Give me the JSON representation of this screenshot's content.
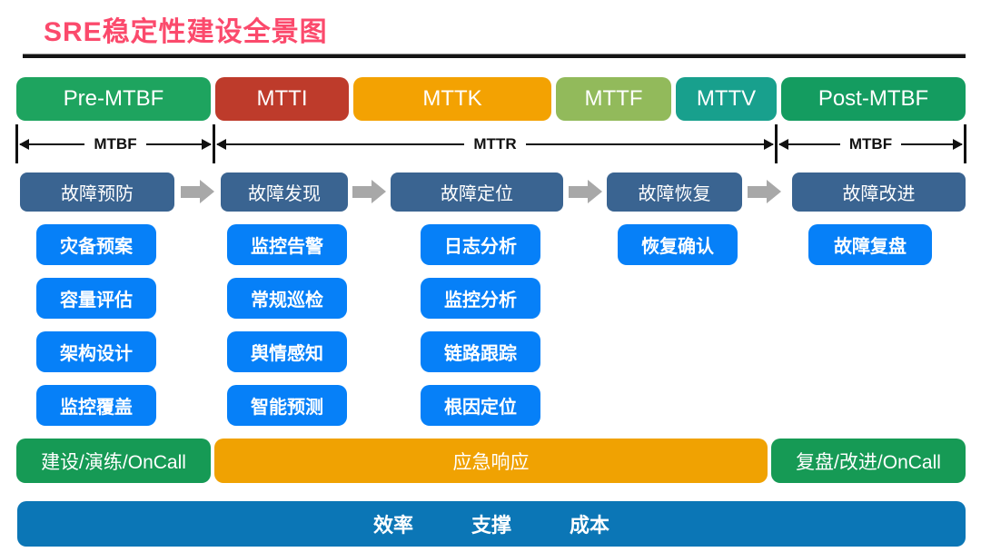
{
  "title": "SRE稳定性建设全景图",
  "phases": [
    {
      "label": "Pre-MTBF",
      "color": "#1ea45f"
    },
    {
      "label": "MTTI",
      "color": "#be3b2b"
    },
    {
      "label": "MTTK",
      "color": "#f3a202"
    },
    {
      "label": "MTTF",
      "color": "#92ba5b"
    },
    {
      "label": "MTTV",
      "color": "#18a08d"
    },
    {
      "label": "Post-MTBF",
      "color": "#149c60"
    }
  ],
  "measures": [
    {
      "label": "MTBF"
    },
    {
      "label": "MTTR"
    },
    {
      "label": "MTBF"
    }
  ],
  "stages": [
    {
      "label": "故障预防"
    },
    {
      "label": "故障发现"
    },
    {
      "label": "故障定位"
    },
    {
      "label": "故障恢复"
    },
    {
      "label": "故障改进"
    }
  ],
  "columns": [
    {
      "items": [
        "灾备预案",
        "容量评估",
        "架构设计",
        "监控覆盖"
      ]
    },
    {
      "items": [
        "监控告警",
        "常规巡检",
        "舆情感知",
        "智能预测"
      ]
    },
    {
      "items": [
        "日志分析",
        "监控分析",
        "链路跟踪",
        "根因定位"
      ]
    },
    {
      "items": [
        "恢复确认"
      ]
    },
    {
      "items": [
        "故障复盘"
      ]
    }
  ],
  "ops": [
    {
      "label": "建设/演练/OnCall",
      "color": "#169a55"
    },
    {
      "label": "应急响应",
      "color": "#f0a202"
    },
    {
      "label": "复盘/改进/OnCall",
      "color": "#169a55"
    }
  ],
  "bottom_bar": {
    "items": [
      "效率",
      "支撑",
      "成本"
    ],
    "color": "#0b76b6"
  },
  "accent_colors": {
    "title": "#fb4a6c",
    "stage_blue": "#3a6491",
    "item_blue": "#0680f8",
    "arrow_gray": "#a8a8a8",
    "line_black": "#141414"
  }
}
